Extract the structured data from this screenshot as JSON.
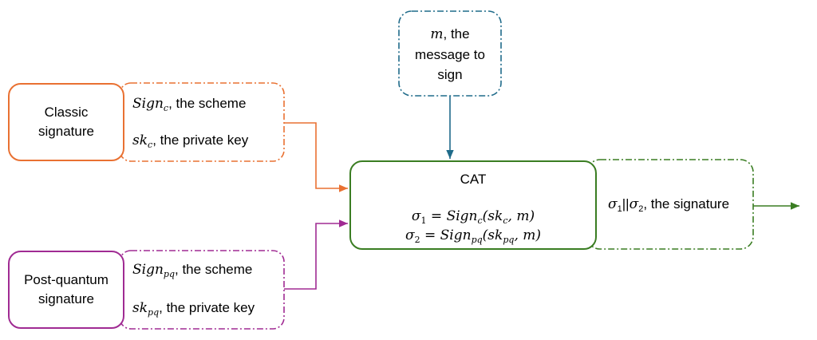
{
  "message_box": {
    "line1_var": "m",
    "line1_rest": ", the",
    "line2": "message to",
    "line3": "sign"
  },
  "classic": {
    "title_l1": "Classic",
    "title_l2": "signature",
    "scheme_base": "Sign",
    "scheme_sub": "c",
    "scheme_rest": ", the scheme",
    "key_base": "sk",
    "key_sub": "c",
    "key_rest": ", the private key"
  },
  "pq": {
    "title_l1": "Post-quantum",
    "title_l2": "signature",
    "scheme_base": "Sign",
    "scheme_sub": "pq",
    "scheme_rest": ", the scheme",
    "key_base": "sk",
    "key_sub": "pq",
    "key_rest": ", the private key"
  },
  "cat": {
    "title": "CAT",
    "eq1_lhs": "σ",
    "eq1_lhs_sub": "1",
    "eq1_rhs": " = Sign",
    "eq1_rhs_sub": "c",
    "eq1_args_a": "(sk",
    "eq1_args_sub": "c",
    "eq1_args_b": ", m)",
    "eq2_lhs": "σ",
    "eq2_lhs_sub": "2",
    "eq2_rhs": " = Sign",
    "eq2_rhs_sub": "pq",
    "eq2_args_a": "(sk",
    "eq2_args_sub": "pq",
    "eq2_args_b": ", m)"
  },
  "output": {
    "sig1": "σ",
    "sig1_sub": "1",
    "concat": "||",
    "sig2": "σ",
    "sig2_sub": "2",
    "rest": ", the signature"
  },
  "colors": {
    "orange": "#e97132",
    "purple": "#a02b93",
    "green": "#3a7d22",
    "blue": "#1f6b8a"
  }
}
